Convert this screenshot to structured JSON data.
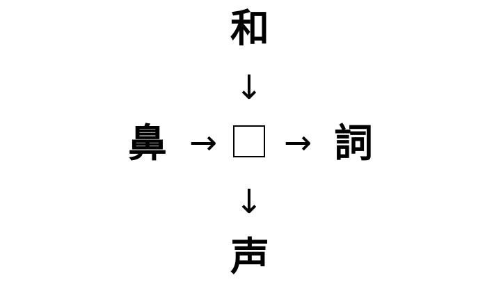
{
  "puzzle": {
    "top": "和",
    "left": "鼻",
    "right": "詞",
    "bottom": "声",
    "arrow_down_top": "↓",
    "arrow_right_left": "→",
    "arrow_right_right": "→",
    "arrow_down_bottom": "↓"
  }
}
